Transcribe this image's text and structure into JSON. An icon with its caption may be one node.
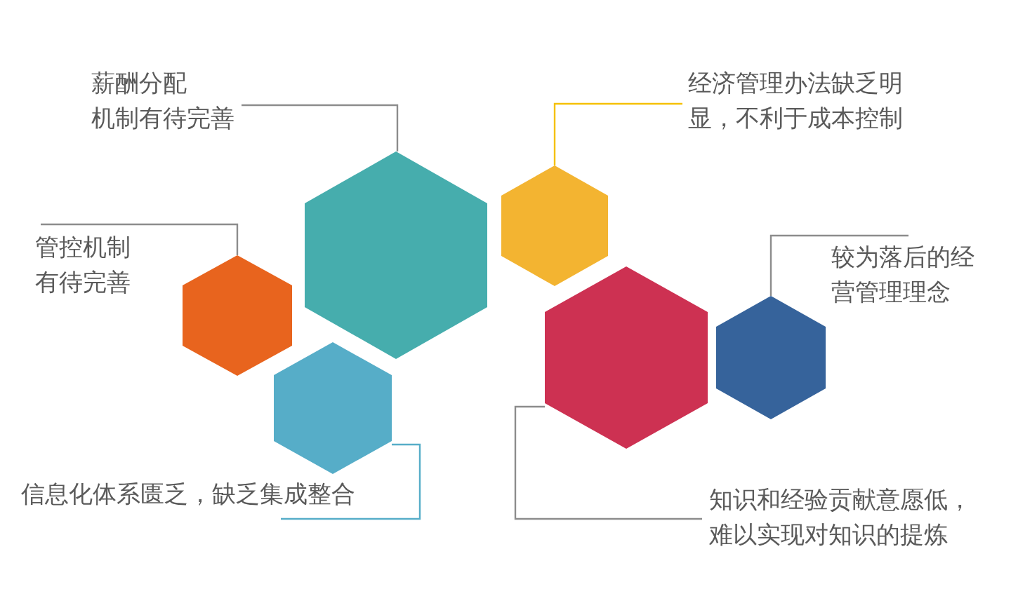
{
  "diagram": {
    "nodes": [
      {
        "text": [
          "薪酬分配机制有待完善"
        ]
      },
      {
        "text": [
          "经济管理办法缺乏明显，不利于成本控制"
        ]
      },
      {
        "text": [
          "管控机制有待完善"
        ]
      },
      {
        "text": [
          "较为落后的经营管理理念"
        ]
      },
      {
        "text": [
          "信息化体系匮乏，缺乏集成整合"
        ]
      },
      {
        "text": [
          "知识和经验贡献意愿低，难以实现对知识的提炼"
        ]
      },
      {
        "text": [],
        "shape": "hexagon"
      },
      {
        "text": [],
        "shape": "hexagon"
      },
      {
        "text": [],
        "shape": "hexagon"
      },
      {
        "text": [],
        "shape": "hexagon"
      },
      {
        "text": [],
        "shape": "hexagon"
      },
      {
        "text": [],
        "shape": "hexagon"
      }
    ],
    "edges": [
      {
        "from": 0,
        "to": 8,
        "arrow": "none"
      },
      {
        "from": 1,
        "to": 9,
        "arrow": "none",
        "color": "#f5c000"
      },
      {
        "from": 2,
        "to": 6,
        "arrow": "none"
      },
      {
        "from": 3,
        "to": 11,
        "arrow": "none"
      },
      {
        "from": 4,
        "to": 7,
        "arrow": "none",
        "color": "#56adc8"
      },
      {
        "from": 5,
        "to": 10,
        "arrow": "none"
      }
    ]
  }
}
